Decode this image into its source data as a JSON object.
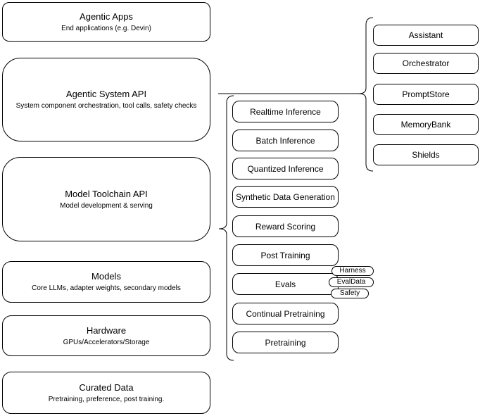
{
  "diagram": {
    "left_stack": [
      {
        "title": "Agentic Apps",
        "subtitle": "End applications (e.g. Devin)"
      },
      {
        "title": "Agentic System API",
        "subtitle": "System component orchestration, tool calls, safety checks"
      },
      {
        "title": "Model Toolchain API",
        "subtitle": "Model development & serving"
      },
      {
        "title": "Models",
        "subtitle": "Core LLMs, adapter weights, secondary models"
      },
      {
        "title": "Hardware",
        "subtitle": "GPUs/Accelerators/Storage"
      },
      {
        "title": "Curated Data",
        "subtitle": "Pretraining, preference, post training."
      }
    ],
    "toolchain_items": [
      "Realtime Inference",
      "Batch Inference",
      "Quantized Inference",
      "Synthetic Data Generation",
      "Reward Scoring",
      "Post Training",
      "Evals",
      "Continual Pretraining",
      "Pretraining"
    ],
    "evals_tags": [
      "Harness",
      "EvalData",
      "Safety"
    ],
    "system_components": [
      "Assistant",
      "Orchestrator",
      "PromptStore",
      "MemoryBank",
      "Shields"
    ],
    "colors": {
      "stroke": "#000000",
      "fill": "#ffffff",
      "text": "#000000",
      "background": "#ffffff"
    }
  }
}
